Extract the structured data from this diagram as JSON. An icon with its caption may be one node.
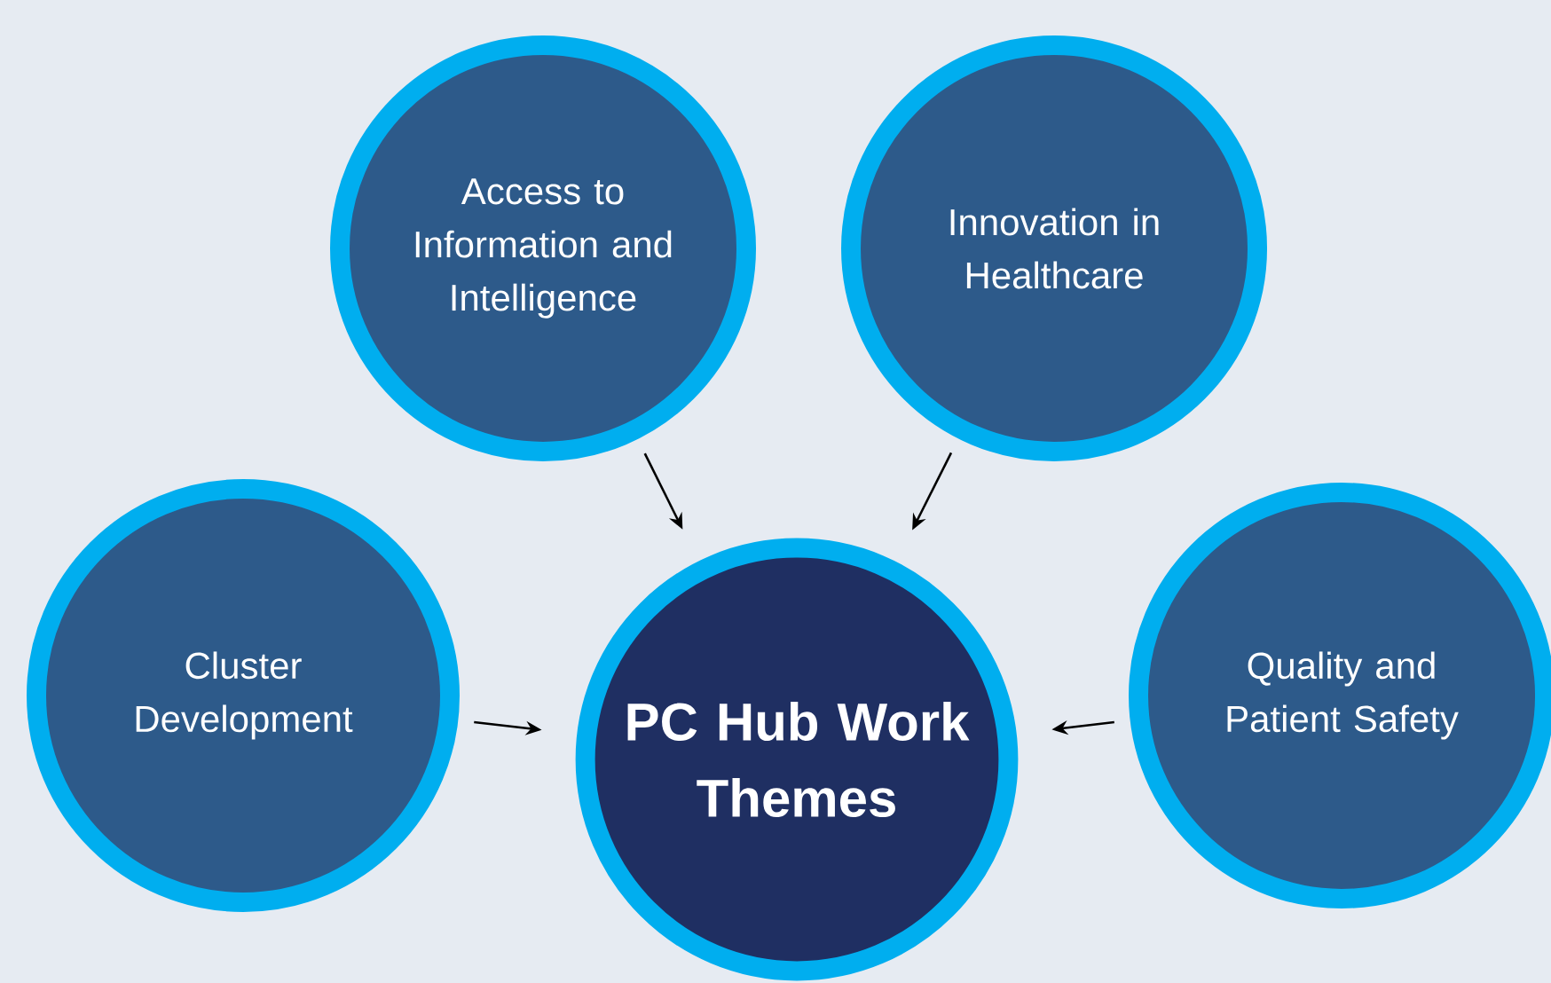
{
  "diagram": {
    "nodes": [
      {
        "text": [
          "Access to Information and Intelligence"
        ]
      },
      {
        "text": [
          "Innovation in Healthcare"
        ]
      },
      {
        "text": [
          "Cluster Development"
        ]
      },
      {
        "text": [
          "PC Hub Work Themes"
        ]
      },
      {
        "text": [
          "Quality and Patient Safety"
        ]
      }
    ],
    "edges": [
      {
        "from": 0,
        "to": 3,
        "arrow": "to"
      },
      {
        "from": 1,
        "to": 3,
        "arrow": "to"
      },
      {
        "from": 2,
        "to": 3,
        "arrow": "to"
      },
      {
        "from": 4,
        "to": 3,
        "arrow": "to"
      }
    ]
  }
}
